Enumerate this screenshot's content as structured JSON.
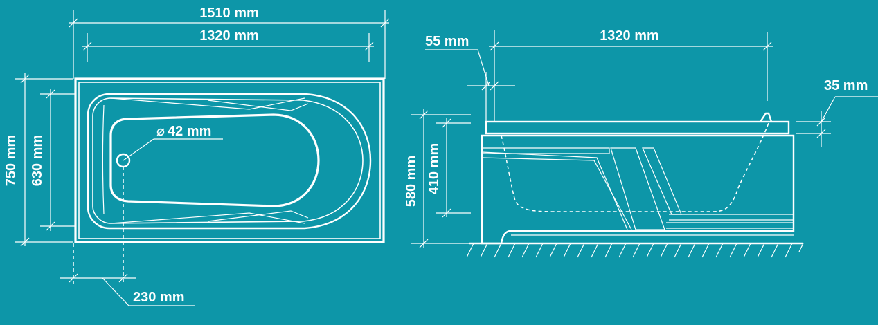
{
  "top_view": {
    "overall_length": "1510 mm",
    "inner_length": "1320 mm",
    "overall_width": "750 mm",
    "inner_width": "630 mm",
    "drain_diameter_symbol": "⌀",
    "drain_diameter": "42 mm",
    "drain_offset": "230 mm"
  },
  "side_view": {
    "rim_offset": "55 mm",
    "inner_length": "1320 mm",
    "rim_thickness": "35 mm",
    "total_height": "580 mm",
    "depth": "410 mm"
  },
  "colors": {
    "background": "#0d96a8",
    "lines": "#ffffff"
  }
}
